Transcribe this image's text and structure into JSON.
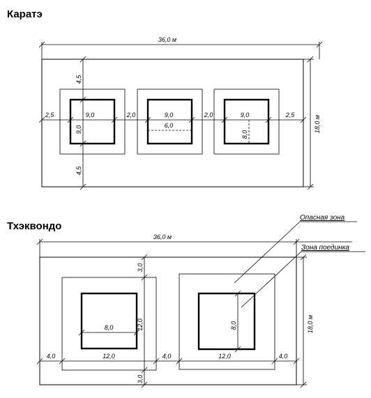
{
  "karate": {
    "title": "Каратэ",
    "total_length": "36,0 м",
    "total_width": "18,0 м",
    "margin_left": "2,5",
    "margin_right": "2,5",
    "gap_1": "2,0",
    "gap_2": "2,0",
    "margin_top": "4,5",
    "margin_bottom": "4,5",
    "area_1_width": "9,0",
    "area_1_height": "9,0",
    "area_2_width": "9,0",
    "area_2_inner": "6,0",
    "area_3_width": "9,0",
    "area_3_inner": "8,0"
  },
  "taekwondo": {
    "title": "Тхэквондо",
    "total_length": "36,0 м",
    "total_width": "18,0 м",
    "danger_zone_label": "Опасная зона",
    "fight_zone_label": "Зона поединка",
    "margin_left": "4,0",
    "gap": "4,0",
    "margin_right": "4,0",
    "margin_top": "3,0",
    "margin_bottom": "3,0",
    "outer_1_width": "12,0",
    "outer_1_height": "12,0",
    "inner_1_width": "8,0",
    "outer_2_width": "12,0",
    "inner_2_height": "8,0"
  }
}
